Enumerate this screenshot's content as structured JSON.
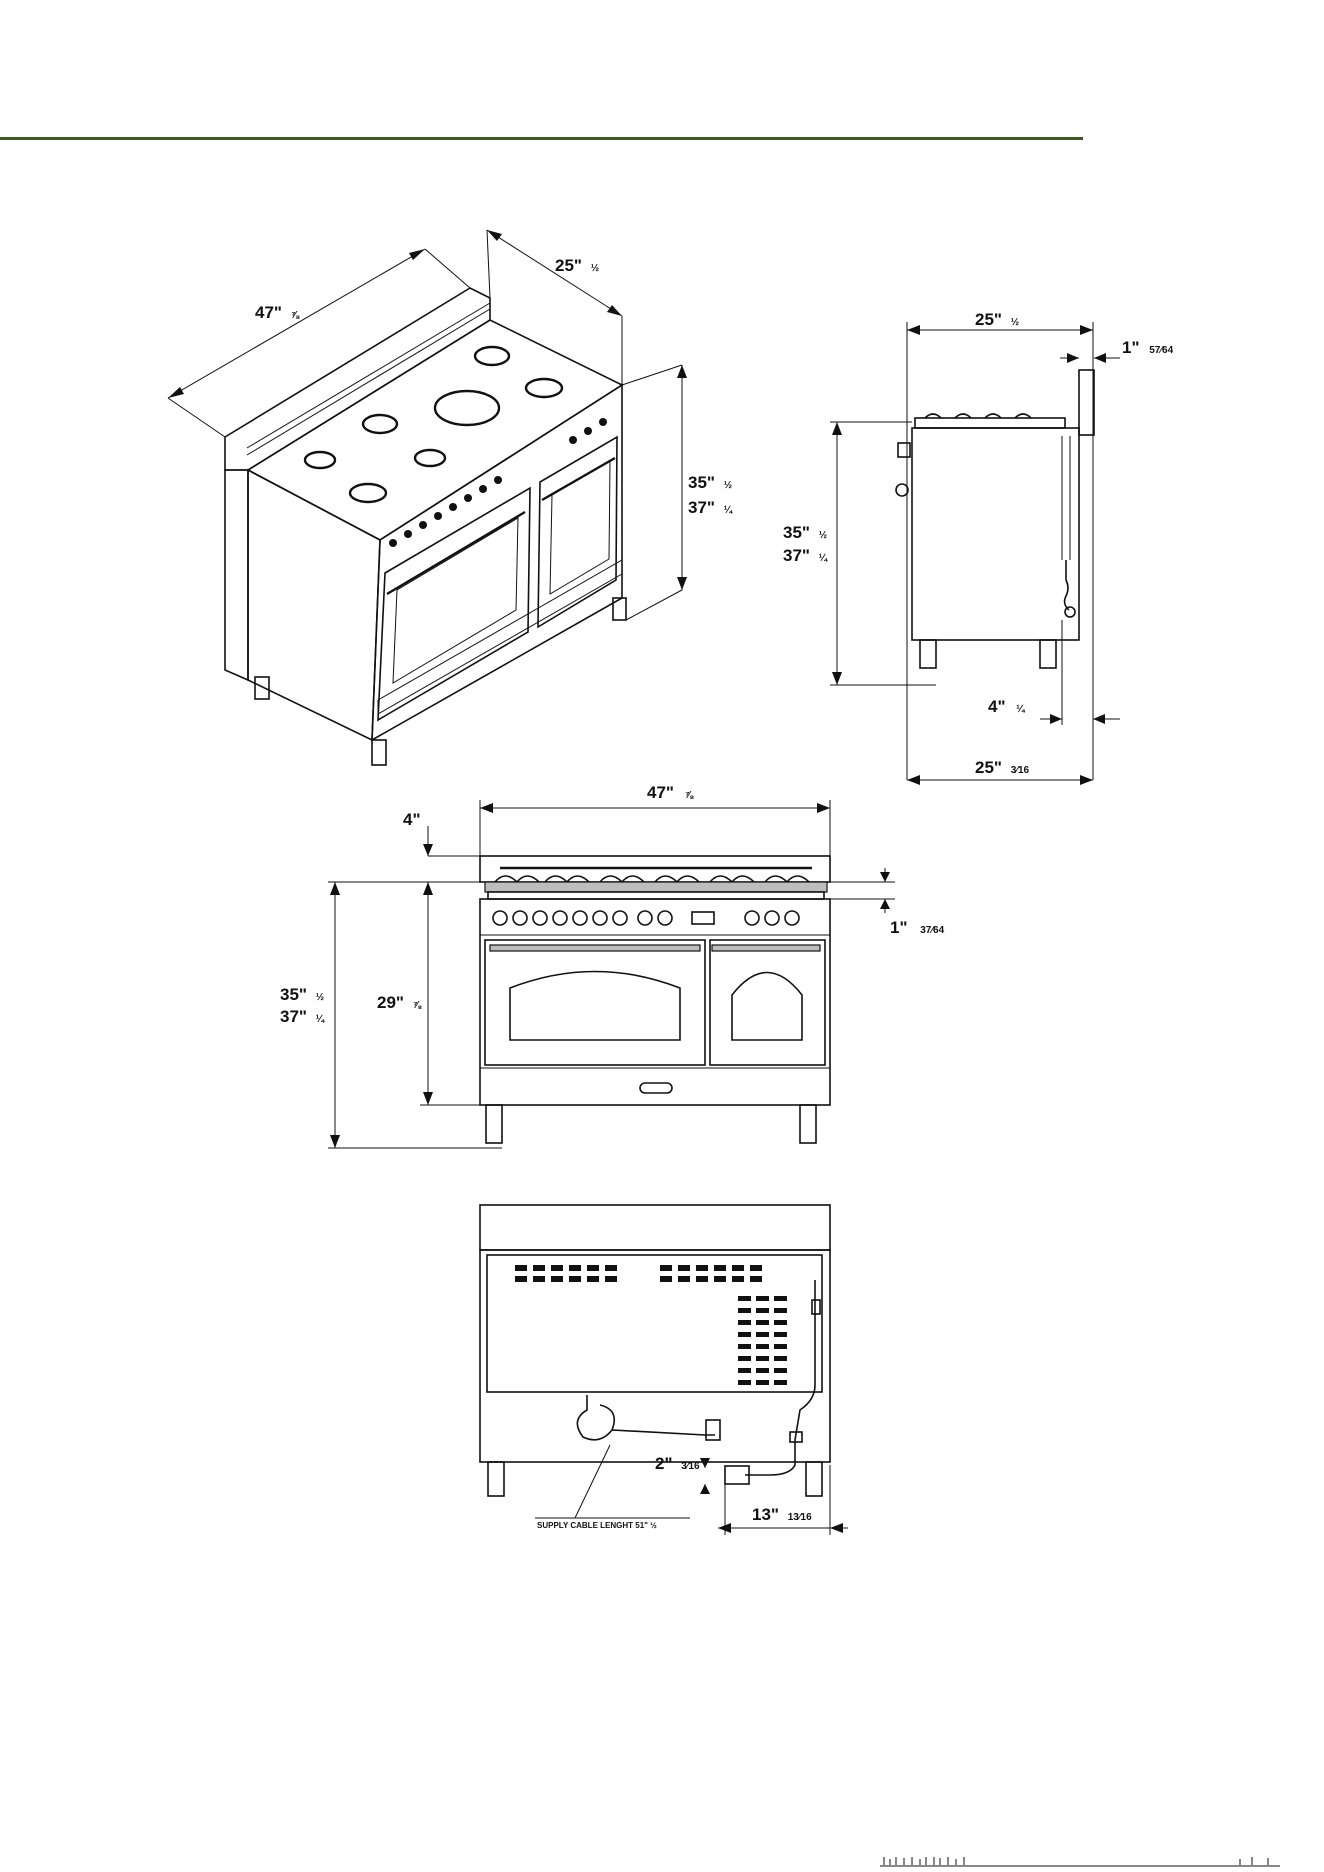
{
  "header": {
    "rule_color": "#3c5a1e"
  },
  "isometric_view": {
    "width": {
      "whole": "47\"",
      "frac": "⅞"
    },
    "depth": {
      "whole": "25\"",
      "frac": "½"
    },
    "height_min": {
      "whole": "35\"",
      "frac": "½"
    },
    "height_max": {
      "whole": "37\"",
      "frac": "¼"
    }
  },
  "side_view": {
    "depth_top": {
      "whole": "25\"",
      "frac": "½"
    },
    "backguard": {
      "whole": "1\"",
      "frac": "57⁄64"
    },
    "height_min": {
      "whole": "35\"",
      "frac": "½"
    },
    "height_max": {
      "whole": "37\"",
      "frac": "¼"
    },
    "foot_offset": {
      "whole": "4\"",
      "frac": "¼"
    },
    "depth_bottom": {
      "whole": "25\"",
      "frac": "3⁄16"
    }
  },
  "front_view": {
    "width": {
      "whole": "47\"",
      "frac": "⅞"
    },
    "backguard_height": {
      "whole": "4\""
    },
    "cooktop_gap": {
      "whole": "1\"",
      "frac": "37⁄64"
    },
    "height_min": {
      "whole": "35\"",
      "frac": "½"
    },
    "height_max": {
      "whole": "37\"",
      "frac": "¼"
    },
    "oven_height": {
      "whole": "29\"",
      "frac": "⅞"
    }
  },
  "rear_view": {
    "gas_offset": {
      "whole": "2\"",
      "frac": "3⁄16"
    },
    "gas_side": {
      "whole": "13\"",
      "frac": "13⁄16"
    },
    "supply_cable": {
      "label": "SUPPLY CABLE LENGHT 51\" ½"
    }
  }
}
